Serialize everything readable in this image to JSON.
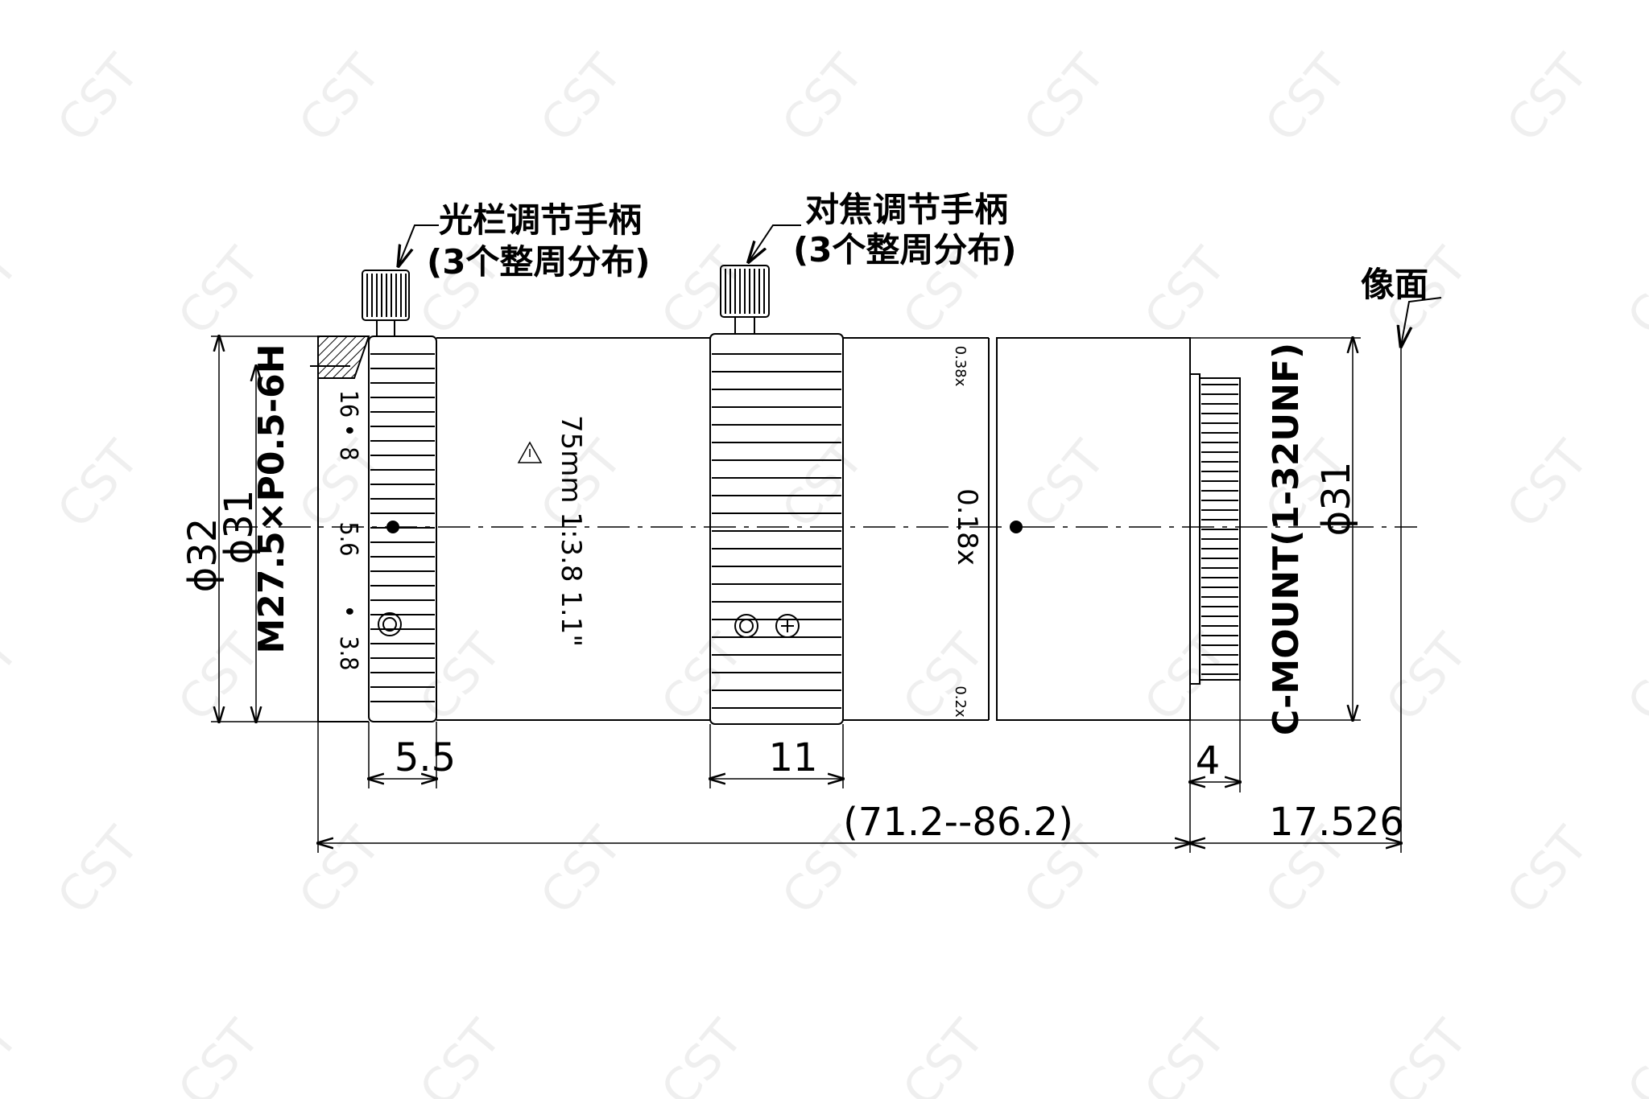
{
  "callouts": {
    "iris_handle": {
      "line1": "光栏调节手柄",
      "line2": "(3个整周分布)"
    },
    "focus_handle": {
      "line1": "对焦调节手柄",
      "line2": "(3个整周分布)"
    },
    "image_plane": "像面"
  },
  "dimensions": {
    "dia_32": "ϕ32",
    "dia_31_left": "ϕ31",
    "front_thread": "M27.5×P0.5-6H",
    "iris_ring_width": "5.5",
    "focus_ring_width": "11",
    "mount_thread_length": "4",
    "total_length": "(71.2--86.2)",
    "flange_back": "17.526",
    "mount_spec": "C-MOUNT(1-32UNF)",
    "dia_31_right": "ϕ31"
  },
  "lens_markings": {
    "iris_scale": [
      "16",
      "8",
      "5.6",
      "3.8"
    ],
    "specs": "75mm  1:3.8  1.1\"",
    "magnification_top": "0.38x",
    "magnification_mid": "0.18x",
    "magnification_bottom": "0.2x"
  },
  "watermark": "CST"
}
